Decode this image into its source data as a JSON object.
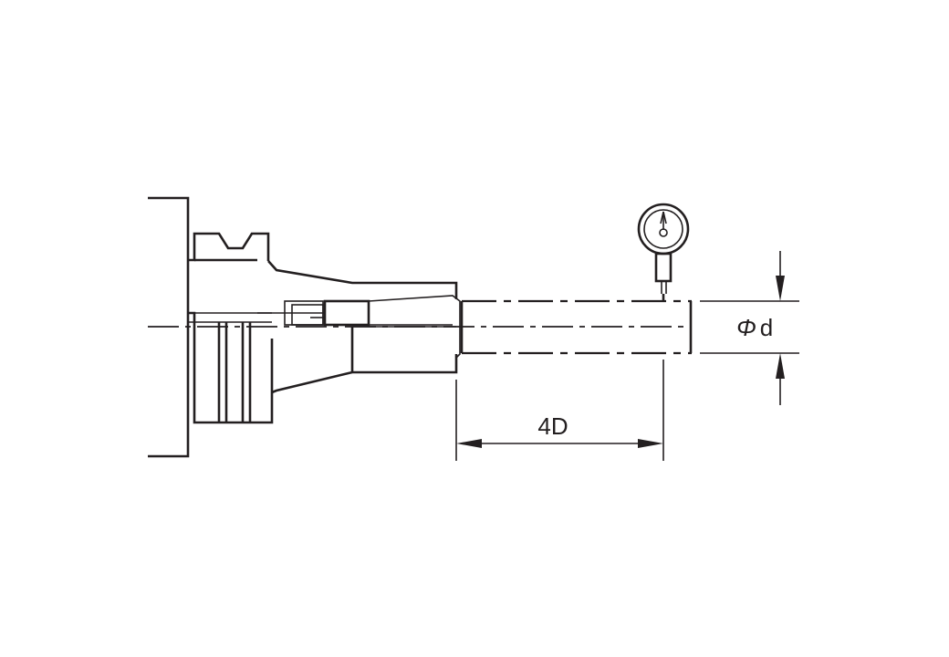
{
  "labels": {
    "length": "4D",
    "phi": "Φ",
    "diameter": "d"
  },
  "colors": {
    "ink": "#231f20",
    "background": "#ffffff"
  },
  "icons": [
    "dial-indicator-icon"
  ]
}
